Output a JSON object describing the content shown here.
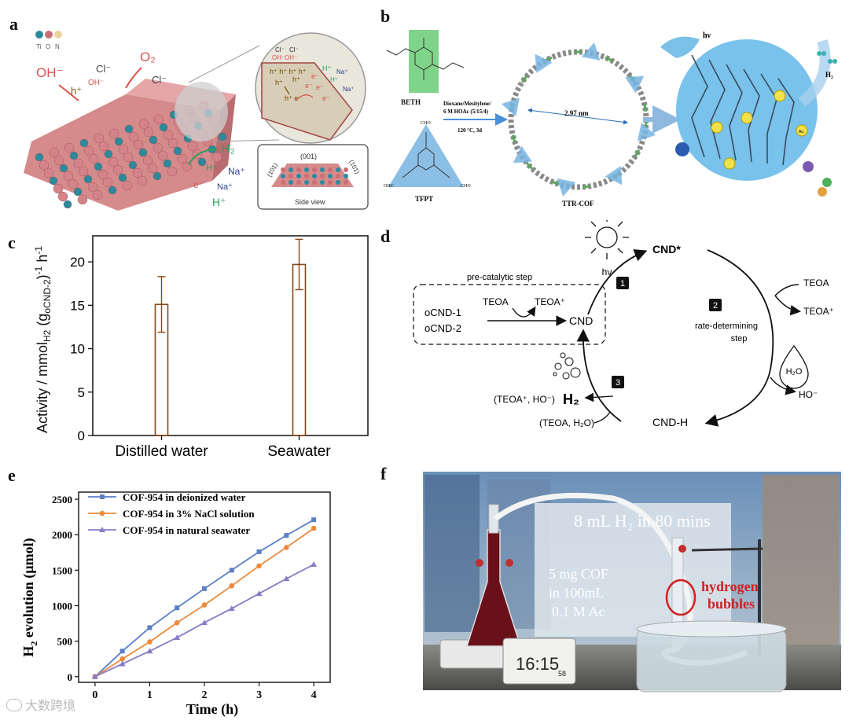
{
  "panels": {
    "a": {
      "label": "a",
      "legend": [
        "Ti",
        "O",
        "N"
      ],
      "ions": {
        "oh": "OH⁻",
        "h": "h⁺",
        "cl1": "Cl⁻",
        "oh2": "OH⁻",
        "cl2": "Cl⁻",
        "o2": "O₂",
        "h2": "H₂",
        "hplus1": "H⁺",
        "na1": "Na⁺",
        "e": "e⁻",
        "na2": "Na⁺",
        "hplus2": "H⁺"
      },
      "zoom": {
        "cl": "Cl⁻",
        "oh": "OH⁻",
        "cl2": "Cl⁻",
        "oh2": "OH⁻",
        "holes": "h⁺ h⁺ h⁺ h⁺",
        "h_row2": "h⁺",
        "h_row3": "h⁺",
        "he": "h⁺ e⁻",
        "hplus": "H⁺",
        "na": "Na⁺",
        "hplus2": "H⁺",
        "na2": "Na⁺",
        "e1": "e⁻",
        "e2": "e⁻",
        "e3": "e⁻",
        "e4": "e⁻"
      },
      "side": {
        "top": "(001)",
        "left": "(101)",
        "right": "(101)",
        "caption": "Side view"
      }
    },
    "b": {
      "label": "b",
      "beth": "BETH",
      "tfpt": "TFPT",
      "conditions": [
        "Dioxane/Mesitylene/",
        "6 M HOAc (5/15/4)",
        "120 °C, 3d"
      ],
      "cof": "TTR-COF",
      "distance": "2.97 nm",
      "hv": "hν",
      "h2": "H₂",
      "cho": "CHO",
      "ohc": "OHC",
      "au": "Au"
    },
    "c": {
      "label": "c",
      "ylabel": "Activity / mmolH2 (g₀CND-2)⁻¹ h⁻¹",
      "ylabel_parts": {
        "a": "Activity / mmol",
        "sub1": "H2",
        "b": " (g",
        "sub2": "oCND-2",
        "c": ")",
        "sup": "-1",
        "d": " h",
        "sup2": "-1"
      }
    },
    "d": {
      "label": "d",
      "cnd_star": "CND*",
      "hv": "hν",
      "teoa": "TEOA",
      "teoa_plus": "TEOA⁺",
      "step1": "1",
      "step2": "2",
      "step3": "3",
      "rate_det": [
        "rate-determining",
        "step"
      ],
      "pre": "pre-catalytic step",
      "teoa_in": "TEOA",
      "teoa_out": "TEOA⁺",
      "ocnd1": "oCND-1",
      "ocnd2": "oCND-2",
      "cnd": "CND",
      "h2o": "H₂O",
      "ho": "HO⁻",
      "cnd_h": "CND-H",
      "side1": "(TEOA⁺, HO⁻)",
      "h2": "H₂",
      "side2": "(TEOA, H₂O)"
    },
    "e": {
      "label": "e",
      "xlabel": "Time (h)",
      "ylabel_pre": "H",
      "ylabel_sub": "2",
      "ylabel_post": " evolution (μmol)"
    },
    "f": {
      "label": "f",
      "headline": "8 mL H₂ in 80 mins",
      "cof_text": [
        "5 mg COF",
        "in 100mL",
        "0.1 M Ac"
      ],
      "bubbles": [
        "hydrogen",
        "bubbles"
      ],
      "clock": "16:15",
      "clock_small": "58"
    }
  },
  "watermark": "大数跨境",
  "chart_data": [
    {
      "type": "bar",
      "panel": "c",
      "categories": [
        "Distilled water",
        "Seawater"
      ],
      "values": [
        15.1,
        19.7
      ],
      "errors": [
        3.2,
        2.9
      ],
      "ylim": [
        0,
        23
      ],
      "yticks": [
        0,
        5,
        10,
        15,
        20
      ],
      "xlabel": "",
      "ylabel": "Activity / mmolH2 (goCND-2)-1 h-1",
      "colors": {
        "bar": "#8B4513"
      }
    },
    {
      "type": "line",
      "panel": "e",
      "x": [
        0,
        0.5,
        1,
        1.5,
        2,
        2.5,
        3,
        3.5,
        4
      ],
      "xticks": [
        0,
        1,
        2,
        3,
        4
      ],
      "yticks": [
        0,
        500,
        1000,
        1500,
        2000,
        2500
      ],
      "xlim": [
        -0.3,
        4.3
      ],
      "ylim": [
        -80,
        2600
      ],
      "xlabel": "Time (h)",
      "ylabel": "H2 evolution (μmol)",
      "legend_position": "top-left",
      "series": [
        {
          "name": "COF-954  in deionized water",
          "color": "#5B7FC7",
          "marker": "square",
          "values": [
            0,
            360,
            690,
            970,
            1240,
            1500,
            1760,
            1990,
            2210
          ]
        },
        {
          "name": "COF-954  in 3% NaCl solution",
          "color": "#EE8A3C",
          "marker": "circle",
          "values": [
            0,
            250,
            490,
            760,
            1010,
            1280,
            1560,
            1820,
            2090
          ]
        },
        {
          "name": "COF-954  in natural seawater",
          "color": "#8B7BC7",
          "marker": "triangle",
          "values": [
            0,
            180,
            360,
            550,
            760,
            960,
            1170,
            1380,
            1580
          ]
        }
      ]
    }
  ]
}
